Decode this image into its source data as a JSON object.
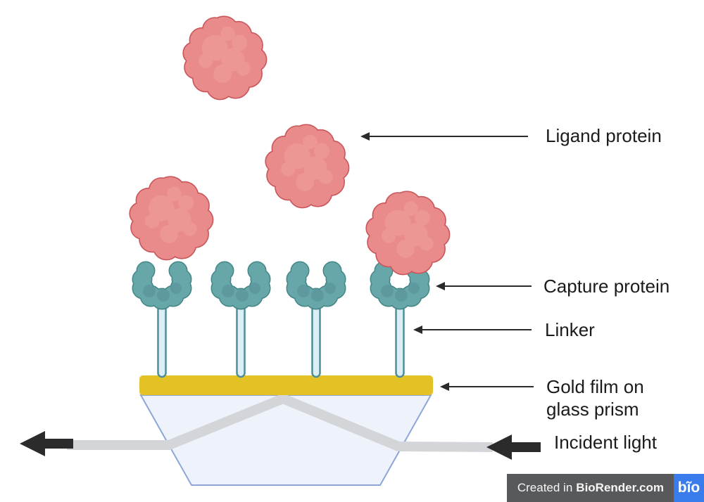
{
  "labels": {
    "ligand_protein": "Ligand protein",
    "capture_protein": "Capture protein",
    "linker": "Linker",
    "gold_film_line1": "Gold film on",
    "gold_film_line2": "glass prism",
    "incident_light": "Incident light"
  },
  "watermark": {
    "prefix": "Created in",
    "brand": "BioRender.com",
    "logo_text": "bĩo"
  },
  "colors": {
    "ligand_fill": "#EA8B8B",
    "ligand_outline": "#C9575C",
    "ligand_tex": "#EE9B98",
    "capture_fill": "#68A7A9",
    "capture_outline": "#438789",
    "capture_tex": "#558F96",
    "linker_fill": "#DCEEF6",
    "linker_outline": "#4E8F99",
    "gold_film": "#E4C226",
    "prism_fill": "#EEF3FB",
    "prism_outline": "#8CA6D9",
    "beam": "#D3D5D8",
    "arrow_black": "#2B2B2B",
    "label_text": "#1B1B1B",
    "watermark_bg": "#58595B",
    "watermark_text": "#F5F5F5",
    "logo_bg": "#3B7CED"
  }
}
